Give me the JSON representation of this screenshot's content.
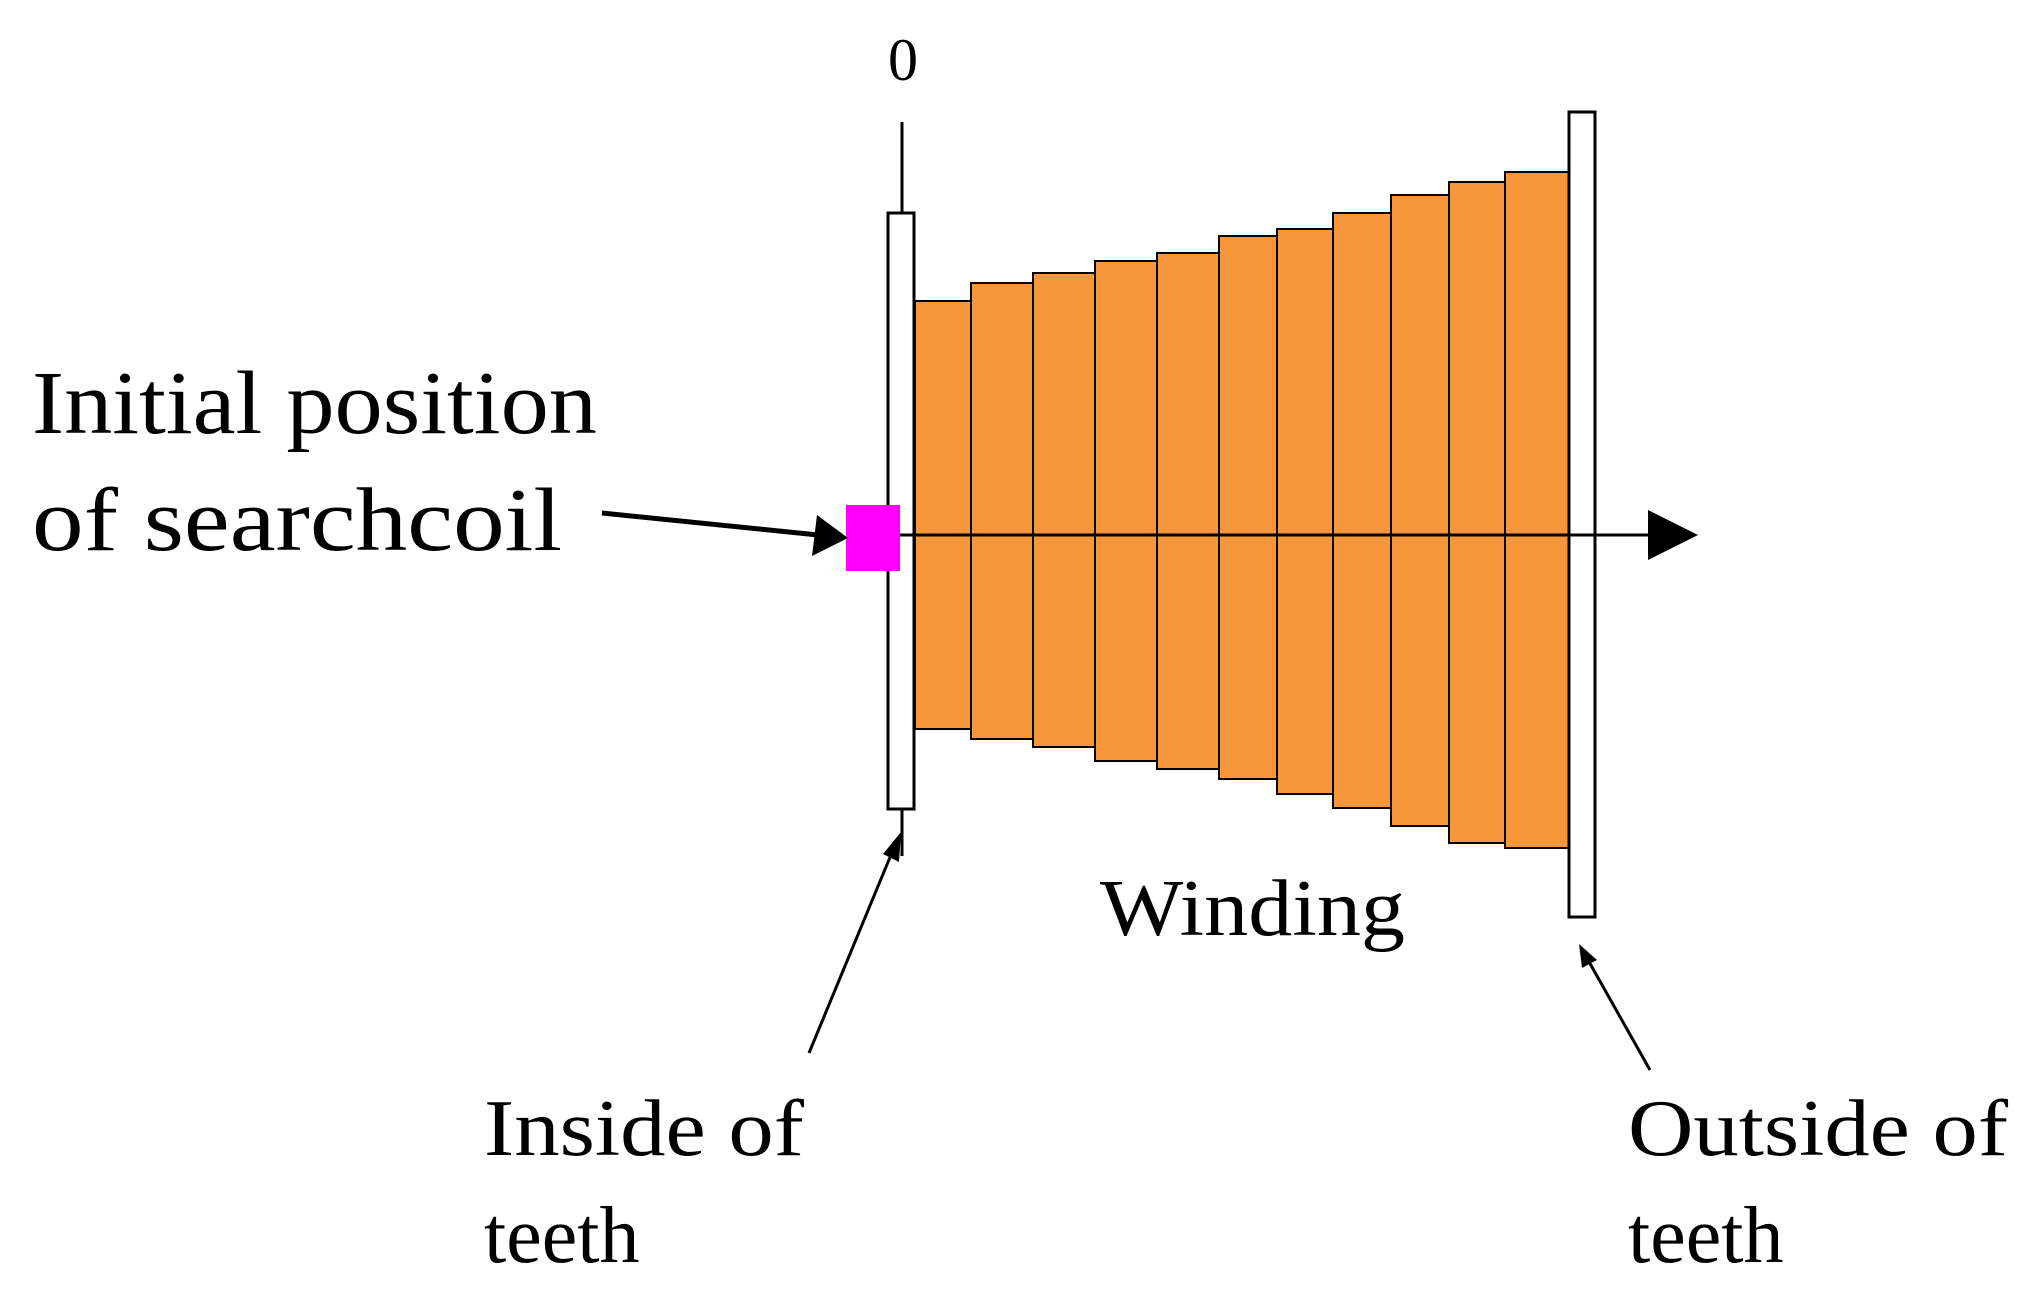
{
  "labels": {
    "origin": "0",
    "initial_position_line1": "Initial position",
    "initial_position_line2": "of searchcoil",
    "winding": "Winding",
    "inside_line1": "Inside of",
    "inside_line2": "teeth",
    "outside_line1": "Outside of",
    "outside_line2": "teeth"
  },
  "colors": {
    "winding_fill": "#F7963B",
    "search_coil": "#FF00FF",
    "stroke": "#000000",
    "tooth_fill": "#FFFFFF"
  },
  "icons": {
    "axis_arrow": "arrowhead-right-icon"
  }
}
